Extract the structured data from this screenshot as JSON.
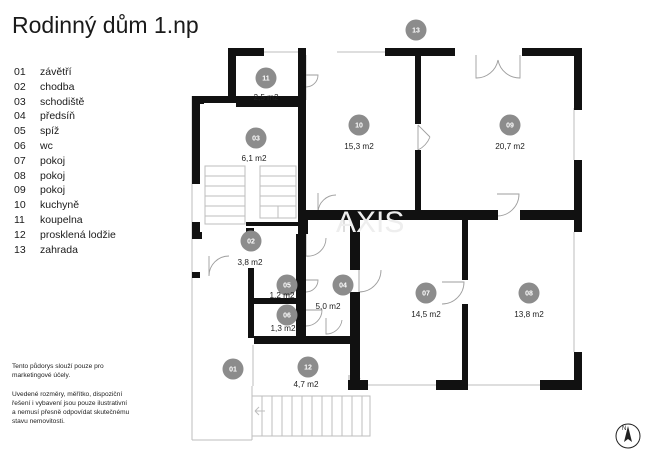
{
  "title": "Rodinný dům 1.np",
  "legend": [
    {
      "num": "01",
      "name": "závětří"
    },
    {
      "num": "02",
      "name": "chodba"
    },
    {
      "num": "03",
      "name": "schodiště"
    },
    {
      "num": "04",
      "name": "předsíň"
    },
    {
      "num": "05",
      "name": "spíž"
    },
    {
      "num": "06",
      "name": "wc"
    },
    {
      "num": "07",
      "name": "pokoj"
    },
    {
      "num": "08",
      "name": "pokoj"
    },
    {
      "num": "09",
      "name": "pokoj"
    },
    {
      "num": "10",
      "name": "kuchyně"
    },
    {
      "num": "11",
      "name": "koupelna"
    },
    {
      "num": "12",
      "name": "prosklená lodžie"
    },
    {
      "num": "13",
      "name": "zahrada"
    }
  ],
  "rooms": [
    {
      "num": "13",
      "area": ""
    },
    {
      "num": "11",
      "area": "2,5 m2"
    },
    {
      "num": "10",
      "area": "15,3 m2"
    },
    {
      "num": "09",
      "area": "20,7 m2"
    },
    {
      "num": "03",
      "area": "6,1 m2"
    },
    {
      "num": "02",
      "area": "3,8 m2"
    },
    {
      "num": "05",
      "area": "1,2 m2"
    },
    {
      "num": "04",
      "area": "5,0 m2"
    },
    {
      "num": "06",
      "area": "1,3 m2"
    },
    {
      "num": "07",
      "area": "14,5 m2"
    },
    {
      "num": "08",
      "area": "13,8 m2"
    },
    {
      "num": "01",
      "area": ""
    },
    {
      "num": "12",
      "area": "4,7 m2"
    }
  ],
  "notes": {
    "first": "Tento půdorys slouží pouze pro marketingové účely.",
    "second": "Uvedené rozměry, měřítko, dispoziční řešení i vybavení jsou pouze ilustrativní a nemusí přesně odpovídat skutečnému stavu nemovitosti."
  },
  "compass_letter": "N",
  "colors": {
    "wall": "#111111",
    "badge": "#8c8c8c",
    "thin_wall": "#bdbdbd"
  }
}
